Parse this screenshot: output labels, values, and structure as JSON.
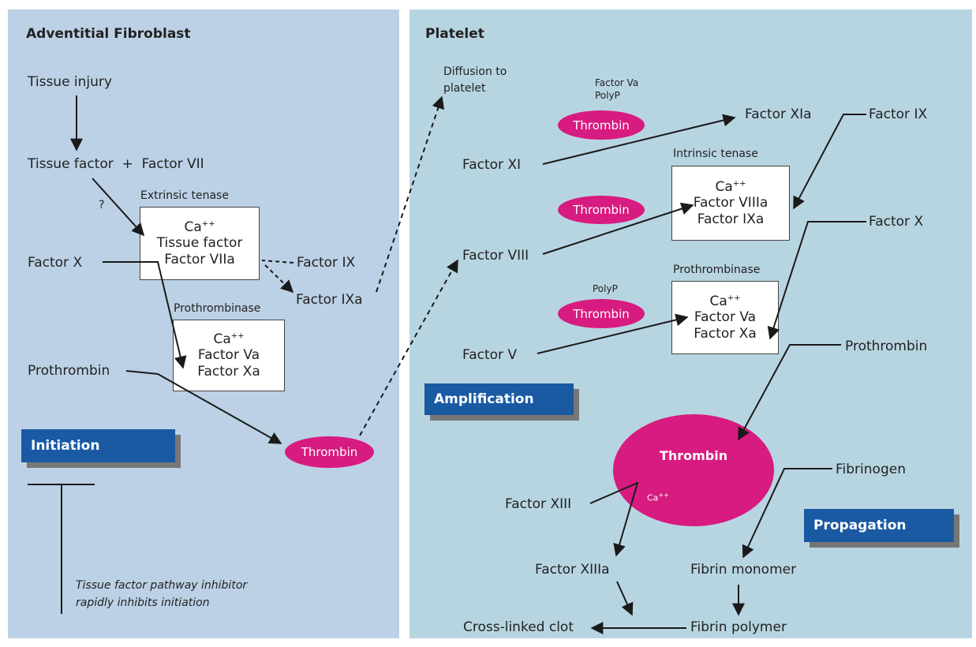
{
  "left": {
    "title": "Adventitial Fibroblast",
    "tissue_injury": "Tissue injury",
    "tissue_factor_plus_factor_vii": "Tissue factor  +  Factor VII",
    "question_mark": "?",
    "extrinsic_tenase_label": "Extrinsic tenase",
    "extrinsic_tenase": {
      "ca": "Ca",
      "ca_sup": "++",
      "line2": "Tissue factor",
      "line3": "Factor VIIa"
    },
    "factor_x": "Factor X",
    "factor_ix": "Factor IX",
    "factor_ixa": "Factor IXa",
    "prothrombinase_label": "Prothrombinase",
    "prothrombinase": {
      "ca": "Ca",
      "ca_sup": "++",
      "line2": "Factor Va",
      "line3": "Factor Xa"
    },
    "prothrombin": "Prothrombin",
    "thrombin": "Thrombin",
    "phase": "Initiation",
    "inhibitor_line1": "Tissue factor pathway inhibitor",
    "inhibitor_line2": "rapidly inhibits initiation"
  },
  "right": {
    "title": "Platelet",
    "diffusion_line1": "Diffusion to",
    "diffusion_line2": "platelet",
    "cofactors_top_1": "Factor Va",
    "cofactors_top_2": "PolyP",
    "thrombin_1": "Thrombin",
    "factor_xi": "Factor XI",
    "factor_xia": "Factor XIa",
    "factor_ix": "Factor IX",
    "intrinsic_tenase_label": "Intrinsic tenase",
    "intrinsic_tenase": {
      "ca": "Ca",
      "ca_sup": "++",
      "line2": "Factor VIIIa",
      "line3": "Factor IXa"
    },
    "thrombin_2": "Thrombin",
    "factor_viii": "Factor VIII",
    "factor_x": "Factor X",
    "polyp": "PolyP",
    "thrombin_3": "Thrombin",
    "prothrombinase_label": "Prothrombinase",
    "prothrombinase": {
      "ca": "Ca",
      "ca_sup": "++",
      "line2": "Factor Va",
      "line3": "Factor Xa"
    },
    "factor_v": "Factor V",
    "prothrombin": "Prothrombin",
    "phase_amplification": "Amplification",
    "thrombin_big": "Thrombin",
    "thrombin_big_ca": "Ca",
    "thrombin_big_ca_sup": "++",
    "fibrinogen": "Fibrinogen",
    "factor_xiii": "Factor XIII",
    "phase_propagation": "Propagation",
    "factor_xiiia": "Factor XIIIa",
    "fibrin_monomer": "Fibrin monomer",
    "cross_linked_clot": "Cross-linked clot",
    "fibrin_polymer": "Fibrin polymer"
  },
  "colors": {
    "left_bg": "#bcd1e5",
    "right_bg": "#b7d5e1",
    "thrombin": "#d81b80",
    "phase_box": "#1a5aa3"
  }
}
